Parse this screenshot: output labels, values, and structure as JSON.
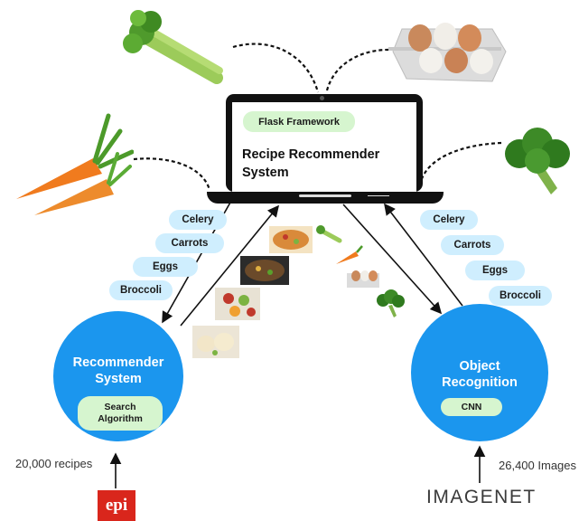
{
  "laptop": {
    "framework_label": "Flask Framework",
    "title_line1": "Recipe Recommender",
    "title_line2": "System"
  },
  "left_ingredients": [
    "Celery",
    "Carrots",
    "Eggs",
    "Broccoli"
  ],
  "right_ingredients": [
    "Celery",
    "Carrots",
    "Eggs",
    "Broccoli"
  ],
  "recommender": {
    "title_line1": "Recommender",
    "title_line2": "System",
    "algorithm_line1": "Search",
    "algorithm_line2": "Algorithm"
  },
  "recognition": {
    "title_line1": "Object",
    "title_line2": "Recognition",
    "model": "CNN"
  },
  "sources": {
    "recipes_count": "20,000 recipes",
    "recipes_logo": "epi",
    "images_count": "26,400 Images",
    "images_logo": "IMAGENET"
  },
  "colors": {
    "accent_blue": "#1b96ee",
    "pill_blue": "#cfeefe",
    "pill_green": "#d6f5cf",
    "epi_red": "#d9261c"
  },
  "icons": [
    "celery-icon",
    "eggs-icon",
    "carrots-icon",
    "broccoli-icon",
    "food-photo-icon",
    "arrow-icon"
  ]
}
